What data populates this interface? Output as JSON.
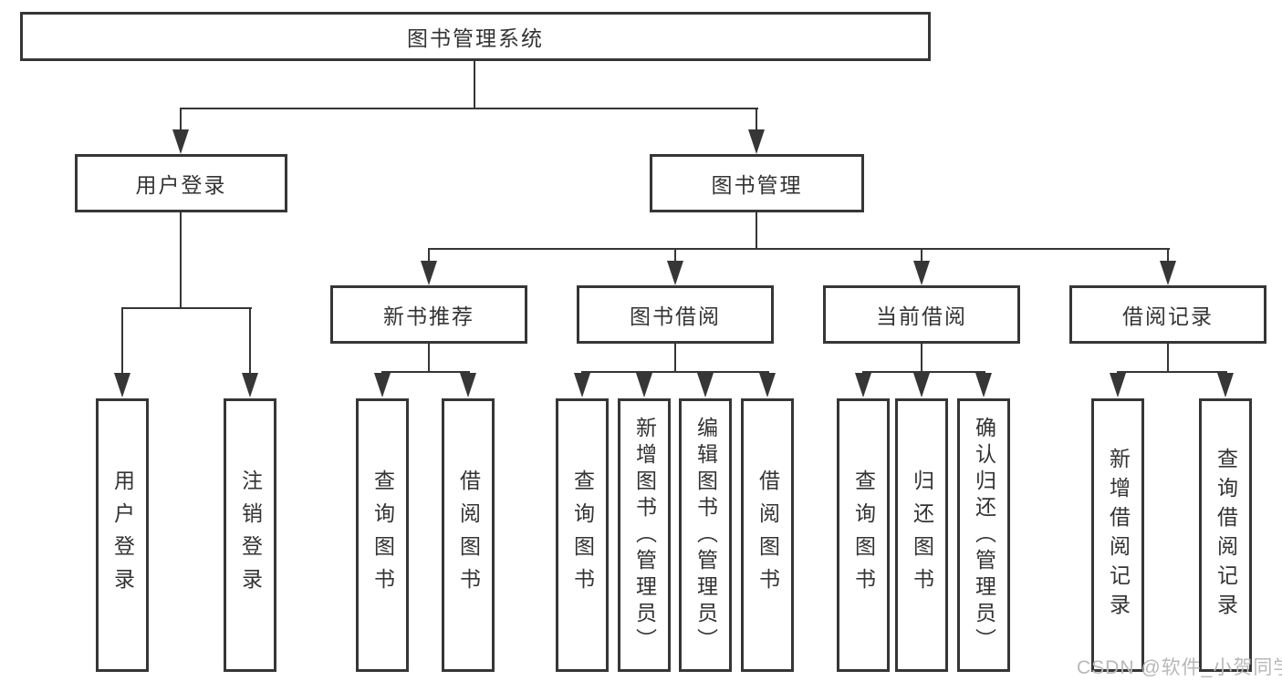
{
  "diagram": {
    "root_label": "图书管理系统",
    "user_login_label": "用户登录",
    "book_mgmt_label": "图书管理",
    "user_login_children": [
      "用户登录",
      "注销登录"
    ],
    "mgmt_sections": [
      "新书推荐",
      "图书借阅",
      "当前借阅",
      "借阅记录"
    ],
    "new_book_children": [
      "查询图书",
      "借阅图书"
    ],
    "book_borrow_children": [
      "查询图书",
      "新增图书（管理员）",
      "编辑图书（管理员）",
      "借阅图书"
    ],
    "current_borrow_children": [
      "查询图书",
      "归还图书",
      "确认归还（管理员）"
    ],
    "borrow_record_children": [
      "新增借阅记录",
      "查询借阅记录"
    ]
  },
  "watermark": "CSDN @软件_小贺同学",
  "colors": {
    "line": "#363636",
    "text": "#333333",
    "watermark": "#b8b8b8",
    "background": "#ffffff"
  }
}
